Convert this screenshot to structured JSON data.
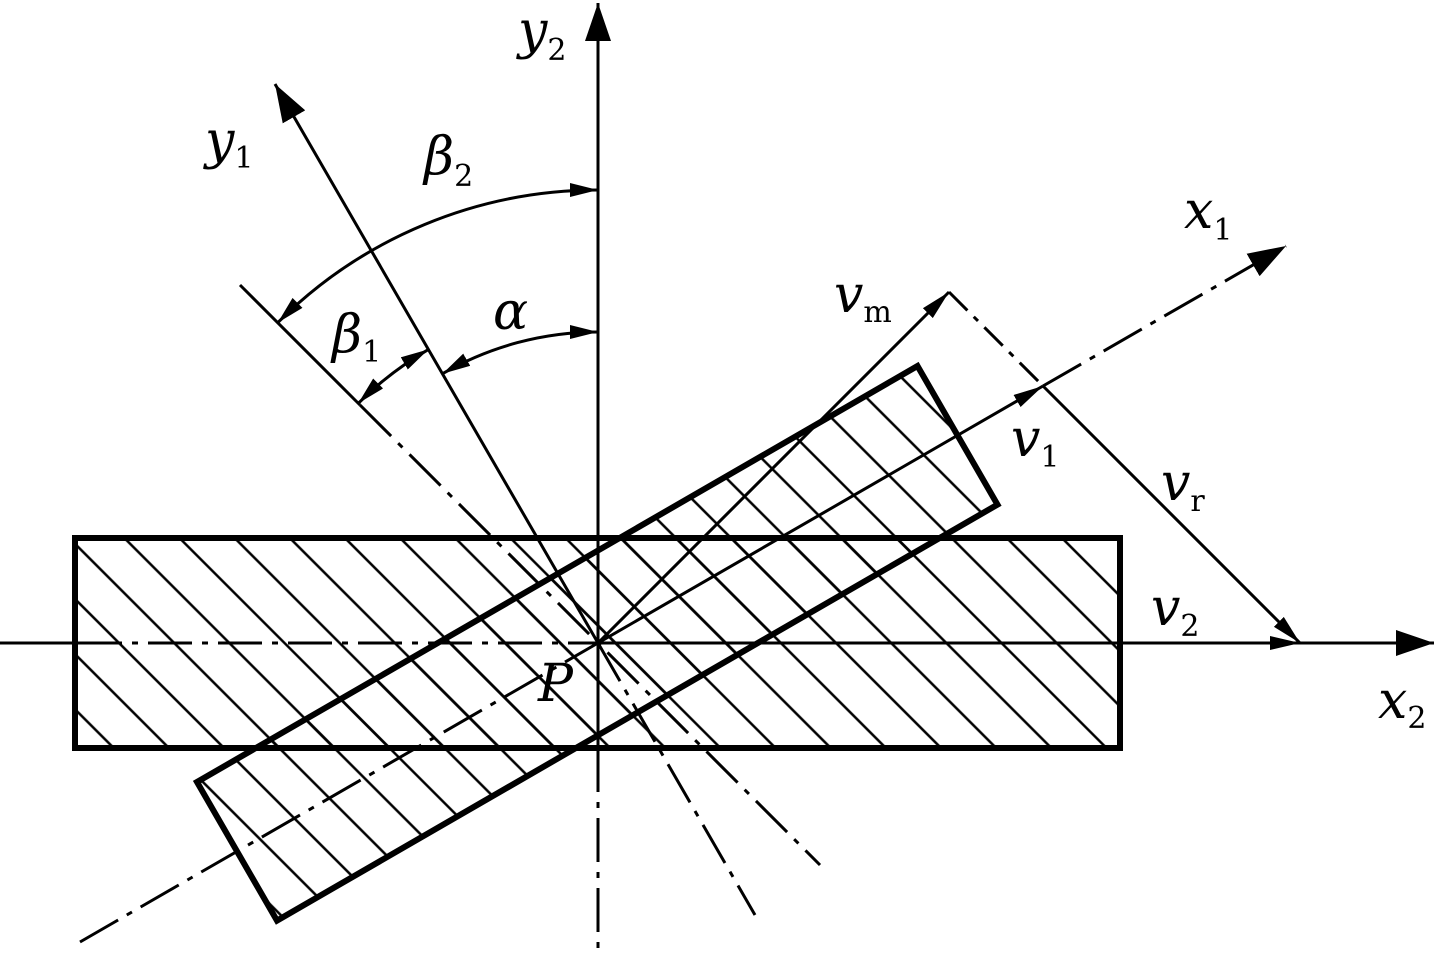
{
  "colors": {
    "ink": "#000000",
    "paper": "#ffffff"
  },
  "labels": {
    "y2": {
      "letter": "y",
      "sub": "2"
    },
    "y1": {
      "letter": "y",
      "sub": "1"
    },
    "beta2": {
      "letter": "β",
      "sub": "2"
    },
    "beta1": {
      "letter": "β",
      "sub": "1"
    },
    "alpha": {
      "letter": "α"
    },
    "x1": {
      "letter": "x",
      "sub": "1"
    },
    "x2": {
      "letter": "x",
      "sub": "2"
    },
    "vm": {
      "letter": "v",
      "sub": "m"
    },
    "v1": {
      "letter": "v",
      "sub": "1"
    },
    "vr": {
      "letter": "v",
      "sub": "r"
    },
    "v2": {
      "letter": "v",
      "sub": "2"
    },
    "P": {
      "letter": "P"
    }
  }
}
